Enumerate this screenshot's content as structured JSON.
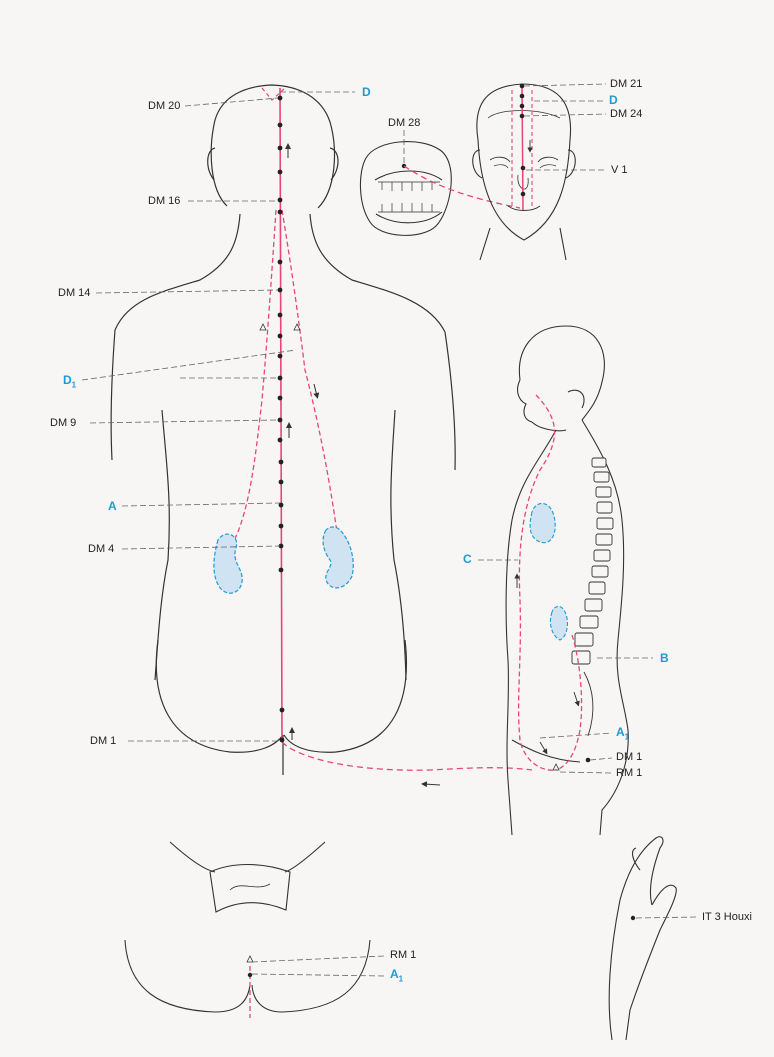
{
  "labels": {
    "dm20": "DM 20",
    "d_top": "D",
    "dm28": "DM 28",
    "dm21": "DM 21",
    "d_face": "D",
    "dm24": "DM 24",
    "v1": "V 1",
    "dm16": "DM 16",
    "dm14": "DM 14",
    "d1": "D",
    "d1_sub": "1",
    "dm9": "DM 9",
    "a": "A",
    "dm4": "DM 4",
    "c": "C",
    "b": "B",
    "dm1_back": "DM 1",
    "a1_side": "A",
    "a1_side_sub": "1",
    "dm1_side": "DM 1",
    "rm1_side": "RM 1",
    "it3": "IT 3 Houxi",
    "rm1_bottom": "RM 1",
    "a1_bottom": "A",
    "a1_bottom_sub": "1"
  },
  "colors": {
    "meridian": "#e8457a",
    "organ": "#1e9ad6",
    "organ_fill": "#cfe3f2",
    "outline": "#333333",
    "leader": "#666666",
    "label_blue": "#1e9ad6"
  }
}
